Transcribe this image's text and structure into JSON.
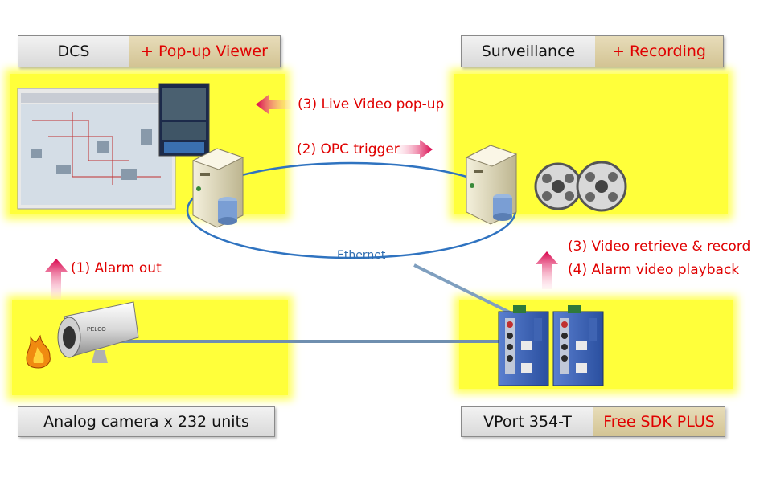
{
  "boxes": {
    "dcs": {
      "label": "DCS",
      "extra": "+  Pop-up Viewer"
    },
    "surveillance": {
      "label": "Surveillance",
      "extra": "+ Recording"
    },
    "camera": {
      "label": "Analog camera x 232 units"
    },
    "vport": {
      "label": "VPort 354-T",
      "extra": "Free SDK PLUS"
    }
  },
  "annotations": {
    "live_video": "(3) Live Video pop-up",
    "opc_trigger": "(2) OPC trigger",
    "alarm_out": "(1) Alarm out",
    "video_retrieve": "(3) Video retrieve & record",
    "alarm_playback": "(4) Alarm video playback",
    "ethernet": "Ethernet"
  },
  "camera_brand": "PELCO",
  "colors": {
    "highlight": "#ffff3a",
    "annotation_red": "#e00000",
    "ethernet_blue": "#2f6db0"
  }
}
